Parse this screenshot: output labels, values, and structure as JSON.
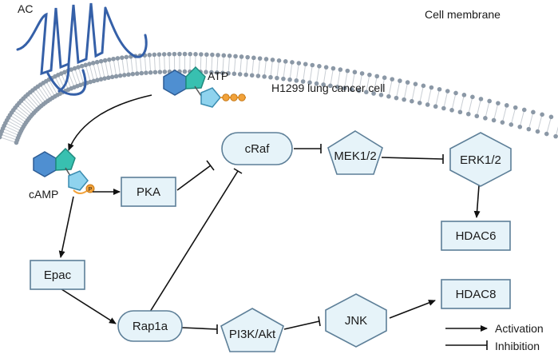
{
  "labels": {
    "ac": "AC",
    "cell_membrane": "Cell membrane",
    "atp": "ATP",
    "cell_line": "H1299 lung cancer cell",
    "camp": "cAMP",
    "phosphate": "P"
  },
  "nodes": {
    "pka": "PKA",
    "craf": "cRaf",
    "mek": "MEK1/2",
    "erk": "ERK1/2",
    "hdac6": "HDAC6",
    "epac": "Epac",
    "rap1a": "Rap1a",
    "pi3k": "PI3K/Akt",
    "jnk": "JNK",
    "hdac8": "HDAC8"
  },
  "legend": {
    "activation": "Activation",
    "inhibition": "Inhibition"
  },
  "colors": {
    "node_fill": "#e6f3f9",
    "node_stroke": "#5d7f98",
    "receptor": "#3560a8",
    "membrane_head": "#8b98a6",
    "ring_blue": "#4f8fd1",
    "ring_teal": "#38c0b0",
    "ring_light": "#8fd3ee",
    "phosphate": "#f2a23a"
  }
}
